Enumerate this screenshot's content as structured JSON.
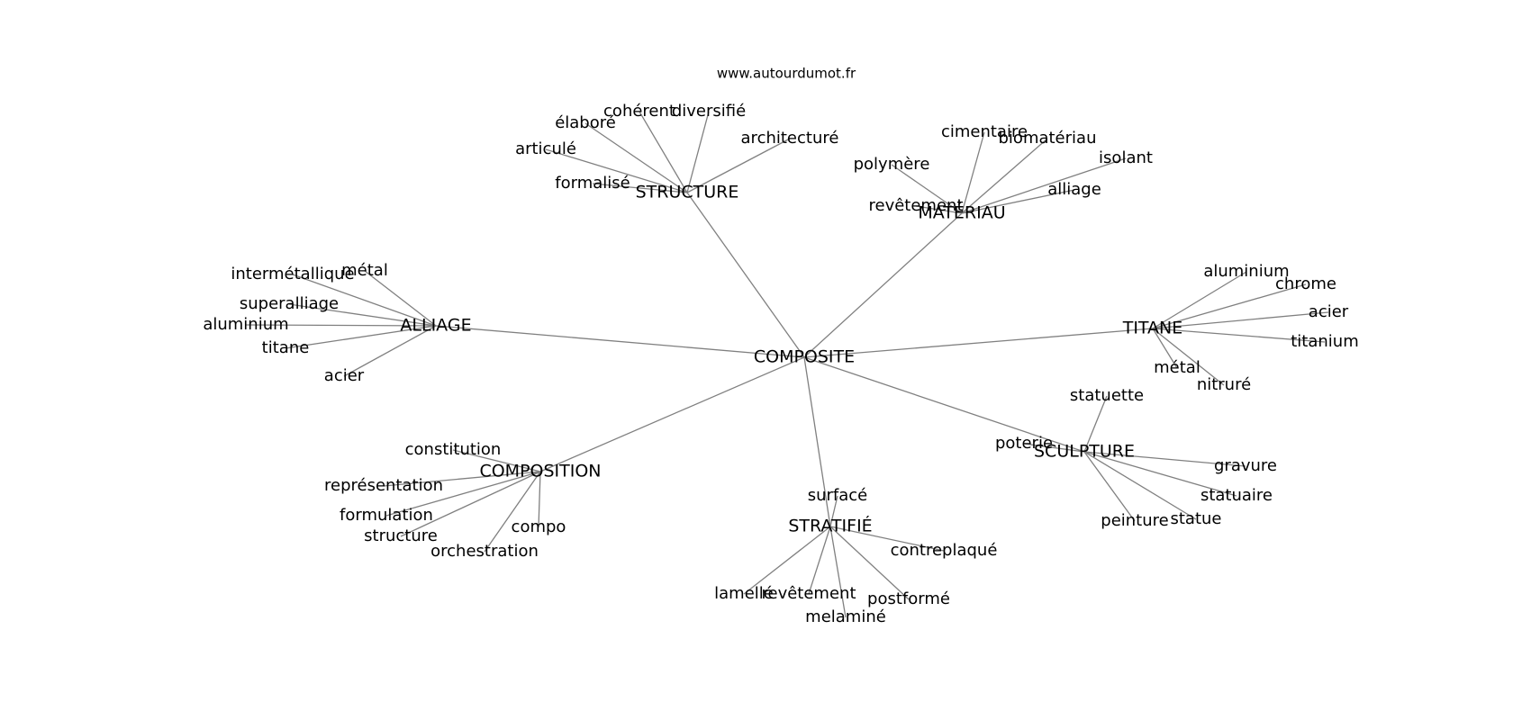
{
  "source": "www.autourdumot.fr",
  "colors": {
    "edge": "#808080",
    "text": "#000000",
    "background": "#ffffff"
  },
  "center": "COMPOSITE",
  "clusters": [
    {
      "name": "STRUCTURE",
      "words": [
        "élaboré",
        "cohérent",
        "diversifié",
        "architecturé",
        "articulé",
        "formalisé"
      ]
    },
    {
      "name": "MATÉRIAU",
      "words": [
        "cimentaire",
        "biomatériau",
        "isolant",
        "polymère",
        "alliage",
        "revêtement"
      ]
    },
    {
      "name": "ALLIAGE",
      "words": [
        "intermétallique",
        "métal",
        "superalliage",
        "aluminium",
        "titane",
        "acier"
      ]
    },
    {
      "name": "TITANE",
      "words": [
        "aluminium",
        "chrome",
        "acier",
        "titanium",
        "métal",
        "nitruré"
      ]
    },
    {
      "name": "SCULPTURE",
      "words": [
        "statuette",
        "poterie",
        "gravure",
        "statuaire",
        "statue",
        "peinture"
      ]
    },
    {
      "name": "COMPOSITION",
      "words": [
        "constitution",
        "représentation",
        "formulation",
        "structure",
        "compo",
        "orchestration"
      ]
    },
    {
      "name": "STRATIFIÉ",
      "words": [
        "surfacé",
        "contreplaqué",
        "lamellé",
        "revêtement",
        "postformé",
        "melaminé"
      ]
    }
  ]
}
